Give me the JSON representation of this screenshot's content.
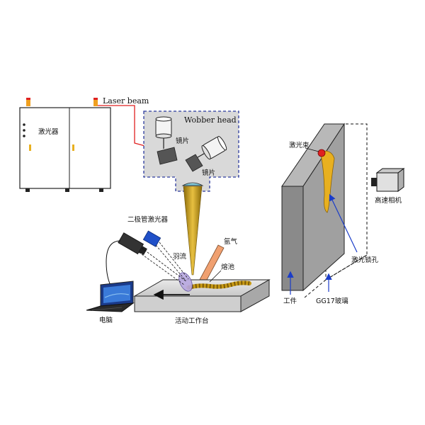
{
  "labels": {
    "laser_beam": "Laser beam",
    "wobber_head": "Wobber head",
    "laser_unit": "激光器",
    "mirror_1": "镜片",
    "mirror_2": "镜片",
    "diode_laser": "二极管激光器",
    "plume": "羽流",
    "argon": "氩气",
    "molten_pool": "熔池",
    "computer": "电脑",
    "moving_table": "活动工作台",
    "laser_beam_cn": "激光束",
    "high_speed_camera": "高速相机",
    "keyhole": "激光锁孔",
    "workpiece": "工件",
    "glass": "GG17玻璃"
  },
  "colors": {
    "beam": "#e02020",
    "wobber_fill": "#d9d9d9",
    "wobber_border": "#2b3a9e",
    "keyhole": "#e8b020",
    "laser_cone": "#c89a14",
    "nozzle": "#f0a070",
    "diode_beam": "#2050c8",
    "workpiece_front": "#8a8a8a",
    "workpiece_side": "#b8b8b8"
  }
}
